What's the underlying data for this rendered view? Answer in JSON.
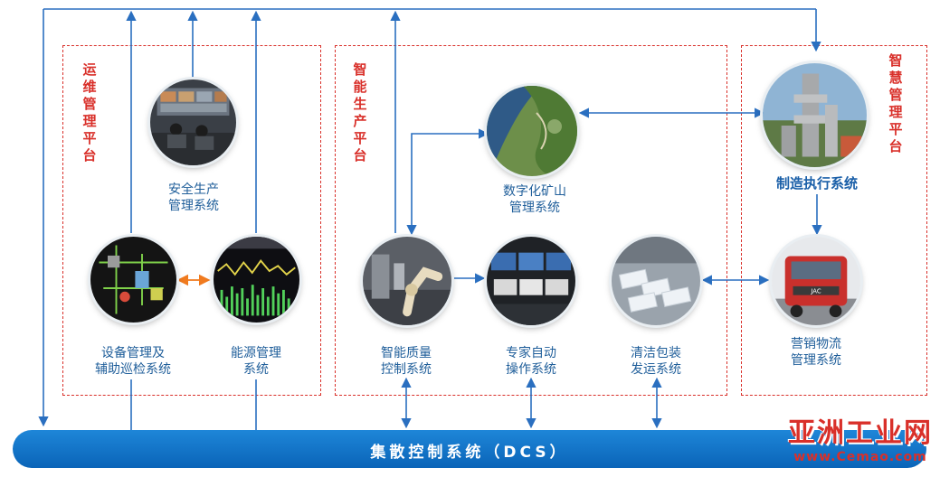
{
  "panels": {
    "ops": {
      "title": "运维管理平台"
    },
    "prod": {
      "title": "智能生产平台"
    },
    "smart": {
      "title": "智慧管理平台"
    }
  },
  "nodes": {
    "safety": {
      "label": "安全生产\n管理系统"
    },
    "equipment": {
      "label": "设备管理及\n辅助巡检系统"
    },
    "energy": {
      "label": "能源管理\n系统"
    },
    "mine": {
      "label": "数字化矿山\n管理系统"
    },
    "quality": {
      "label": "智能质量\n控制系统"
    },
    "expert": {
      "label": "专家自动\n操作系统"
    },
    "packing": {
      "label": "清洁包装\n发运系统"
    },
    "mes": {
      "label": "制造执行系统"
    },
    "logistics": {
      "label": "营销物流\n管理系统"
    }
  },
  "dcs": {
    "label": "集散控制系统（DCS）"
  },
  "watermark": {
    "name": "亚洲工业网",
    "url": "www.Cemao.com"
  },
  "colors": {
    "arrow": "#2a6fc0",
    "accent_arrow": "#f07a1e",
    "dashed_border": "#d9302a",
    "bus": "#0a64b8"
  }
}
